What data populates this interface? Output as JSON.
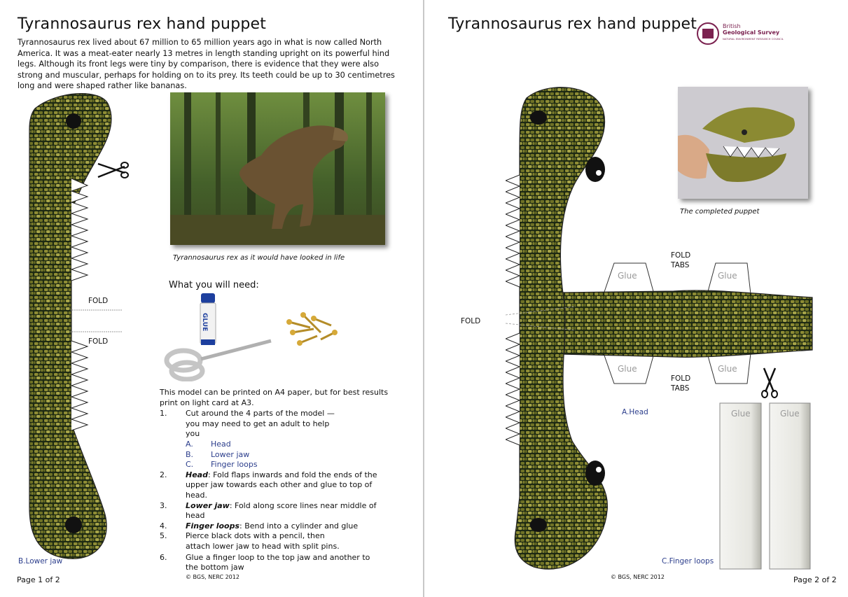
{
  "left": {
    "title": "Tyrannosaurus rex hand puppet",
    "intro": "Tyrannosaurus rex lived about 67 million to 65 million years ago in what is now called North America. It was a meat-eater nearly 13 metres in length standing upright on its powerful hind legs. Although its front legs were tiny by comparison, there is evidence that they were also strong and muscular, perhaps for holding on to its prey. Its teeth could be up to 30 centimetres long and were shaped rather like bananas.",
    "photo_caption": "Tyrannosaurus rex as it would have looked in life",
    "needs_heading": "What you will need:",
    "glue_stick_text": "GLUE",
    "fold_top": "FOLD",
    "fold_bottom": "FOLD",
    "piece_label": "B.Lower jaw",
    "print_note": "This model can be printed on A4 paper, but for best results print on light card at A3.",
    "steps": [
      {
        "num": "1.",
        "text": "Cut around the 4 parts of the model — you may need to get an adult to help you"
      },
      {
        "num": "2.",
        "bold": "Head",
        "text": ": Fold flaps inwards and fold the ends of the upper jaw towards each other and glue to top of head."
      },
      {
        "num": "3.",
        "bold": "Lower jaw",
        "text": ": Fold along score lines near middle of head"
      },
      {
        "num": "4.",
        "bold": "Finger loops",
        "text": ": Bend into a cylinder and glue"
      },
      {
        "num": "5.",
        "text": "Pierce black dots with a pencil, then attach lower jaw to head with split pins."
      },
      {
        "num": "6.",
        "text": "Glue a finger loop to the top jaw and another to the bottom jaw"
      }
    ],
    "parts": [
      {
        "letter": "A.",
        "name": "Head"
      },
      {
        "letter": "B.",
        "name": "Lower jaw"
      },
      {
        "letter": "C.",
        "name": "Finger loops"
      }
    ],
    "copyright": "© BGS, NERC 2012",
    "page_number": "Page 1 of 2"
  },
  "right": {
    "title": "Tyrannosaurus rex hand puppet",
    "logo_line1": "British",
    "logo_line2": "Geological Survey",
    "logo_line3": "NATURAL ENVIRONMENT RESEARCH COUNCIL",
    "photo_caption": "The completed puppet",
    "fold_tabs_top_1": "FOLD",
    "fold_tabs_top_2": "TABS",
    "fold_tabs_bottom_1": "FOLD",
    "fold_tabs_bottom_2": "TABS",
    "fold_left": "FOLD",
    "glue_tl": "Glue",
    "glue_tr": "Glue",
    "glue_bl": "Glue",
    "glue_br": "Glue",
    "glue_loop_1": "Glue",
    "glue_loop_2": "Glue",
    "head_label": "A.Head",
    "loops_label": "C.Finger loops",
    "copyright": "© BGS, NERC 2012",
    "page_number": "Page 2 of 2"
  },
  "colors": {
    "skin_base": "#6b6f22",
    "skin_light": "#a9a84a",
    "skin_dark": "#1f2a12",
    "part_label_blue": "#2c3e8c",
    "logo_maroon": "#7b2250"
  }
}
